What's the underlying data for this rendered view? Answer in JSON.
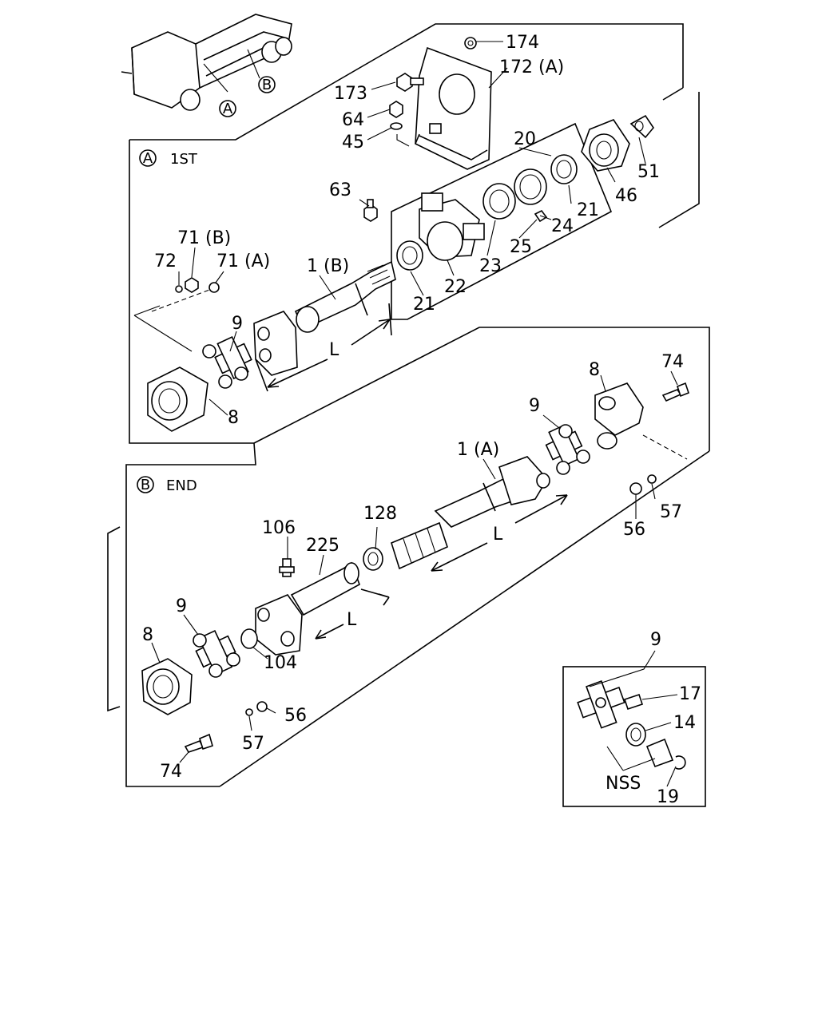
{
  "truck_markers": {
    "front": "A",
    "rear": "B"
  },
  "section_first": {
    "marker": "A",
    "title": "1ST"
  },
  "section_end": {
    "marker": "B",
    "title": "END"
  },
  "labels": {
    "p174": "174",
    "p172a": "172 (A)",
    "p173": "173",
    "p64": "64",
    "p45": "45",
    "p20": "20",
    "p46": "46",
    "p51": "51",
    "p21_right": "21",
    "p24": "24",
    "p25": "25",
    "p63": "63",
    "p23": "23",
    "p22": "22",
    "p21_left": "21",
    "p1b": "1 (B)",
    "p71b": "71 (B)",
    "p71a": "71 (A)",
    "p72": "72",
    "p9_first": "9",
    "p8_first": "8",
    "L_first": "L",
    "p74_top": "74",
    "p8_end_top": "8",
    "p9_end_top": "9",
    "p1a": "1 (A)",
    "p57_top": "57",
    "p56_top": "56",
    "p106": "106",
    "p225": "225",
    "p128": "128",
    "L_end_mid": "L",
    "L_end_left": "L",
    "p104": "104",
    "p9_end_bottom": "9",
    "p8_end_bottom": "8",
    "p56_bottom": "56",
    "p57_bottom": "57",
    "p74_bottom": "74",
    "inset_9": "9",
    "p17": "17",
    "p14": "14",
    "nss": "NSS",
    "p19": "19"
  }
}
